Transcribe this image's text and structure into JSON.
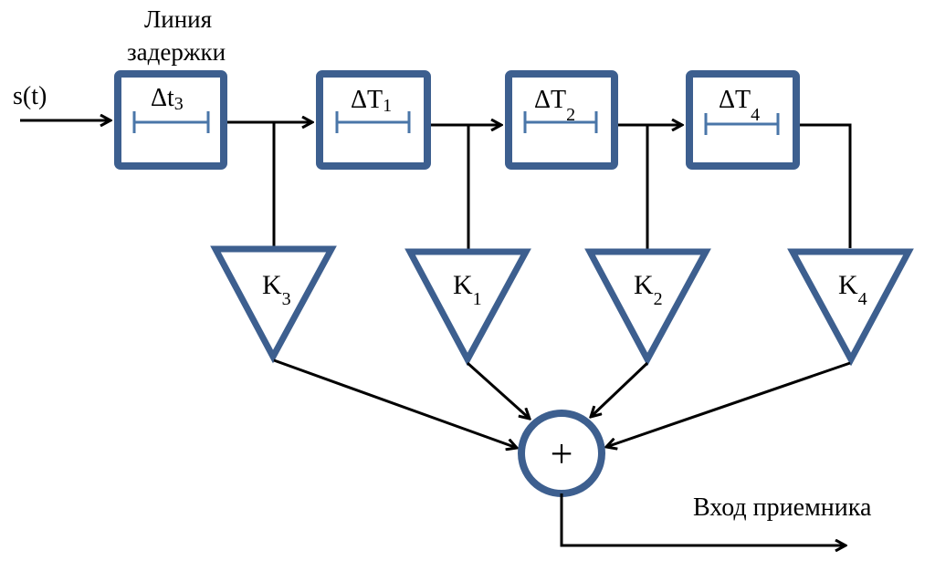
{
  "diagram": {
    "input_label": "s(t)",
    "delay_line_caption": [
      "Линия",
      "задержки"
    ],
    "delays": [
      {
        "symbol": "Δt",
        "sub": "3"
      },
      {
        "symbol": "ΔT",
        "sub": "1"
      },
      {
        "symbol": "ΔT",
        "sub": "2"
      },
      {
        "symbol": "ΔT",
        "sub": "4"
      }
    ],
    "gains": [
      {
        "symbol": "K",
        "sub": "3"
      },
      {
        "symbol": "K",
        "sub": "1"
      },
      {
        "symbol": "K",
        "sub": "2"
      },
      {
        "symbol": "K",
        "sub": "4"
      }
    ],
    "summer_symbol": "+",
    "output_label": "Вход приемника",
    "colors": {
      "block_stroke": "#3d5f8f",
      "wire": "#000000"
    }
  }
}
